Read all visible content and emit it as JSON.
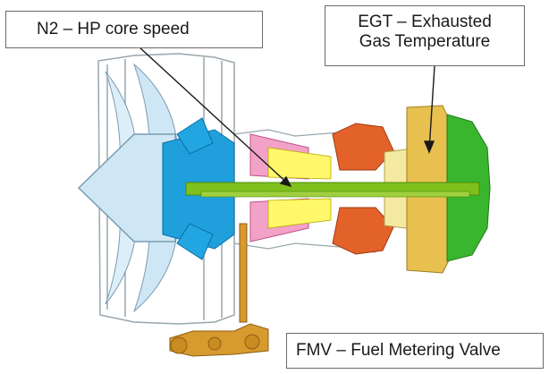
{
  "diagram": {
    "callouts": {
      "n2": "N2 – HP core speed",
      "egt_line1": "EGT – Exhausted",
      "egt_line2": "Gas Temperature",
      "fmv": "FMV – Fuel Metering Valve"
    },
    "colors": {
      "fan": "#cfe7f5",
      "fan_outline": "#7a9cb0",
      "lp_compressor": "#1fa0dc",
      "hp_compressor": "#f2a2c8",
      "hp_compressor_core": "#fff86a",
      "combustor": "#e2622a",
      "hp_turbine": "#f4e9a0",
      "turbine_gold": "#e8c050",
      "lp_turbine": "#3ab52e",
      "shaft": "#7fc01c",
      "fuel_system": "#d79a2e",
      "casing": "#9aa6ad",
      "arrow": "#1a1a1a"
    }
  }
}
